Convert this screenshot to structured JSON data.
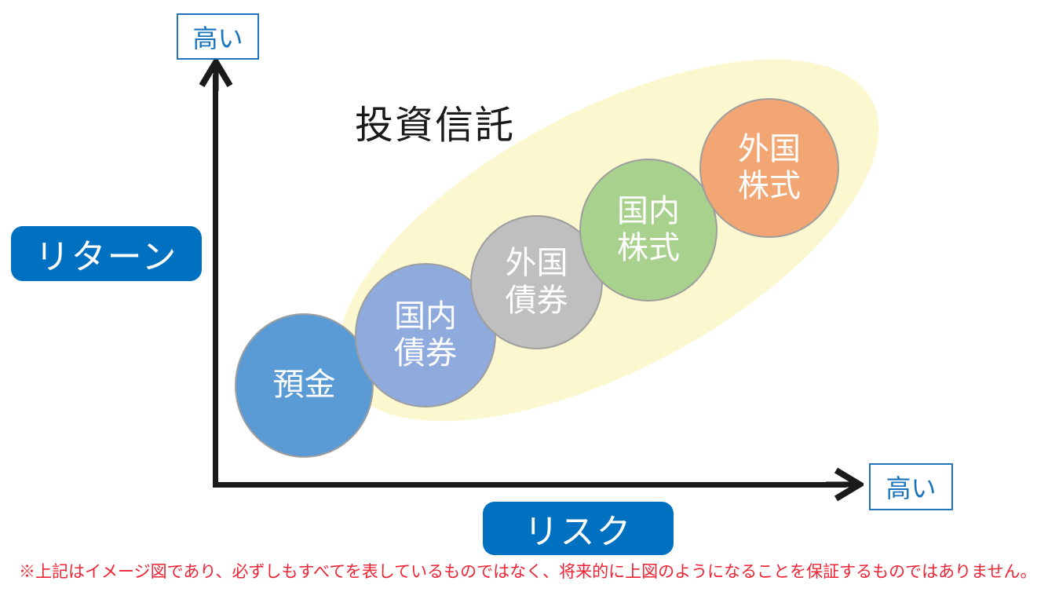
{
  "colors": {
    "axis_black": "#1a1a1a",
    "pill_blue": "#0070C0",
    "high_box_border_blue": "#2274bf",
    "high_box_text_blue": "#1a73bd",
    "ellipse_yellow": "#FBF8CF",
    "circle_border_gray": "#9e9e9e",
    "disclaimer_red": "#ee2435"
  },
  "axes": {
    "y_label": "リターン",
    "x_label": "リスク",
    "y_high_label": "高い",
    "x_high_label": "高い"
  },
  "ellipse": {
    "label": "投資信託"
  },
  "assets": [
    {
      "name": "deposit",
      "label": "預金",
      "label_lines": [
        "預金"
      ],
      "color": "#5B9BD5"
    },
    {
      "name": "domestic-bonds",
      "label": "国内債券",
      "label_lines": [
        "国内",
        "債券"
      ],
      "color": "#8FAADC"
    },
    {
      "name": "foreign-bonds",
      "label": "外国債券",
      "label_lines": [
        "外国",
        "債券"
      ],
      "color": "#BFBFBF"
    },
    {
      "name": "domestic-stocks",
      "label": "国内株式",
      "label_lines": [
        "国内",
        "株式"
      ],
      "color": "#A9D18E"
    },
    {
      "name": "foreign-stocks",
      "label": "外国株式",
      "label_lines": [
        "外国",
        "株式"
      ],
      "color": "#F2A673"
    }
  ],
  "risk_return_order_low_to_high": [
    "預金",
    "国内債券",
    "外国債券",
    "国内株式",
    "外国株式"
  ],
  "disclaimer": "※上記はイメージ図であり、必ずしもすべてを表しているものではなく、将来的に上図のようになることを保証するものではありません。"
}
